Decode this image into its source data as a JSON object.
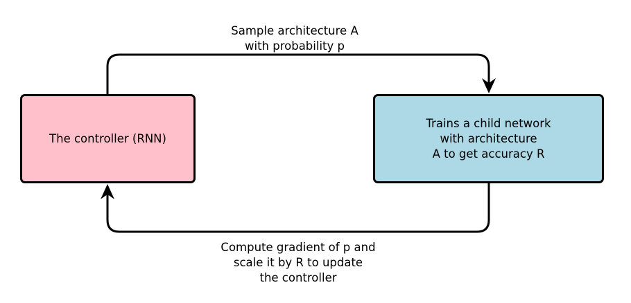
{
  "nodes": {
    "controller": {
      "lines": [
        "The controller (RNN)"
      ],
      "fill": "#ffc0cb"
    },
    "child_network": {
      "lines": [
        "Trains a child network",
        "with architecture",
        "A to get accuracy R"
      ],
      "fill": "#add8e6"
    }
  },
  "edges": {
    "sample": {
      "from": "controller",
      "to": "child_network",
      "lines": [
        "Sample architecture A",
        "with probability p"
      ]
    },
    "update": {
      "from": "child_network",
      "to": "controller",
      "lines": [
        "Compute gradient of p and",
        "scale it by R to update",
        "the controller"
      ]
    }
  },
  "colors": {
    "stroke": "#000000",
    "background": "#ffffff"
  }
}
